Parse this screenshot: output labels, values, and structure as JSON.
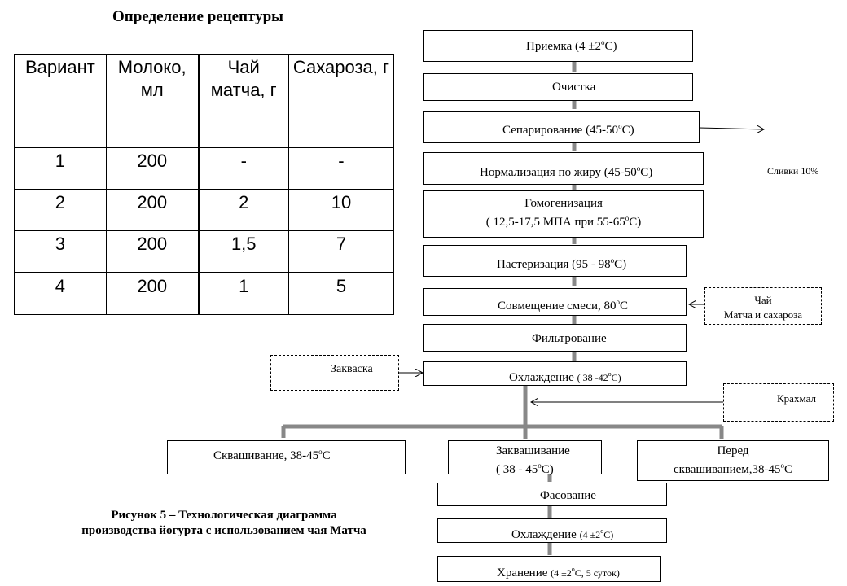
{
  "title": "Определение рецептуры",
  "recipe_table": {
    "headers": [
      "Вариант",
      "Молоко, мл",
      "Чай матча, г",
      "Сахароза, г"
    ],
    "rows": [
      [
        "1",
        "200",
        "-",
        "-"
      ],
      [
        "2",
        "200",
        "2",
        "10"
      ],
      [
        "3",
        "200",
        "1,5",
        "7"
      ],
      [
        "4",
        "200",
        "1",
        "5"
      ]
    ]
  },
  "process": {
    "step1": "Приемка (4 ±2",
    "step1_unit": "С)",
    "step2": "Очистка",
    "step3": "Сепарирование (45-50",
    "step3_unit": "С)",
    "step4": "Нормализация по жиру (45-50",
    "step4_unit": "С)",
    "step5_l1": "Гомогенизация",
    "step5_l2": "( 12,5-17,5 МПА при 55-65",
    "step5_unit": "С)",
    "step6": "Пастеризация (95 - 98",
    "step6_unit": "С)",
    "step7": "Совмещение смеси, 80",
    "step7_unit": "С",
    "step8": "Фильтрование",
    "step9": "Охлаждение",
    "step9_small": "( 38 -42",
    "step9_unit": "С)",
    "branch_a": "Сквашивание, 38-45",
    "branch_a_unit": "С",
    "branch_b_l1": "Заквашивание",
    "branch_b_l2": "( 38 - 45",
    "branch_b_unit": "С)",
    "branch_c_l1": "Перед",
    "branch_c_l2": "сквашиванием,38-45",
    "branch_c_unit": "С",
    "step10": "Фасование",
    "step11": "Охлаждение",
    "step11_small": "(4 ±2",
    "step11_unit": "С)",
    "step12": "Хранение",
    "step12_small": "(4 ±2",
    "step12_unit": "С, 5 суток)"
  },
  "degree_symbol": "o",
  "inputs": {
    "tea_l1": "Чай",
    "tea_l2": "Матча и сахароза",
    "starter": "Закваска",
    "starch": "Крахмал"
  },
  "outputs": {
    "cream": "Сливки 10%"
  },
  "caption": {
    "line1": "Рисунок 5  – Технологическая диаграмма",
    "line2": "производства йогурта с использованием чая Матча"
  }
}
